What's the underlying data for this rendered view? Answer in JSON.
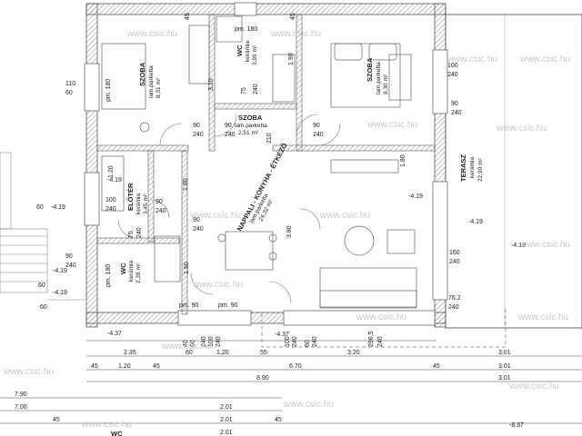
{
  "rooms": {
    "szoba1": {
      "name": "SZOBA",
      "floor": "lam.parketta",
      "area": "8,31 m²"
    },
    "wc1": {
      "name": "WC",
      "floor": "kerámia",
      "area": "3,99 m²"
    },
    "szoba2": {
      "name": "SZOBA",
      "floor": "lam.parketta",
      "area": "9,30 m²"
    },
    "szoba3": {
      "name": "SZOBA",
      "floor": "lam.parketta",
      "area": "2,51 m²"
    },
    "nappali": {
      "name": "NAPPALI - KONYHA - ÉTKEZŐ",
      "floor": "lam.parketta",
      "area": "24,32 m²"
    },
    "eloter": {
      "name": "ELŐTÉR",
      "floor": "kerámia",
      "area": "3,45 m²"
    },
    "wc2": {
      "name": "WC",
      "floor": "kerámia",
      "area": "2,28 m²"
    },
    "terasz": {
      "name": "TERASZ",
      "floor": "kerámia",
      "area": "22,90 m²"
    },
    "wc3": {
      "name": "WC"
    }
  },
  "watermark": "www.csic.hu",
  "labels": {
    "pm180_top": "pm. 180",
    "pm180_left": "pm. 180",
    "pm180_wc2": "pm. 180",
    "pm90_a": "pm. 90",
    "pm90_b": "pm. 90",
    "h110": "110",
    "h60": "60",
    "d45a": "45",
    "d45b": "45",
    "d1_90": "1.90",
    "d75": "75",
    "d240a": "240",
    "d3_10": "3.10",
    "d210": "210",
    "d90_a": "90",
    "d240_b": "240",
    "d90_b": "90",
    "d240_c": "240",
    "d90_c": "90",
    "d240_d": "240",
    "d90_d": "90",
    "d240_e": "240",
    "d100_a": "100",
    "d240_f": "240",
    "d90_e": "90",
    "d240_g": "240",
    "d100_b": "100",
    "d240_h": "240",
    "d1_20_eloter": "1.20",
    "d90_f": "90",
    "d240_i": "240",
    "d1_80_a": "1.80",
    "d3_80": "3.80",
    "d1_80_b": "1.80",
    "d1_90_b": "1.90",
    "d90_g": "90",
    "d240_j": "240",
    "d75_b": "75",
    "d240_k": "240",
    "d160": "160",
    "d240_l": "240",
    "d76_2": "76.2",
    "d240_m": "240",
    "lev_a": "-4.19",
    "lev_b": "-4.19",
    "lev_c": "-4.19",
    "lev_d": "-4.19",
    "lev_e": "-4.19",
    "lev_f": "-4.37",
    "lev_g": "-4.37",
    "lev_h": "-4.19",
    "lev_i": "-4.19",
    "lev_j": "-8.37",
    "p60a": "60",
    "p60b": "60",
    "p60c": "60",
    "b40": "40",
    "b60a": "60",
    "b100a": "100",
    "b60b": "60",
    "b100b": "100",
    "b240a": "240",
    "b240b": "240",
    "b240c": "240",
    "b240d": "240",
    "b240e": "240",
    "b296": "296,5",
    "dim_2_35": "2.35",
    "dim_60": "60",
    "dim_1_20": "1.20",
    "dim_55": "55",
    "dim_3_20": "3.20",
    "dim_3_01_a": "3.01",
    "dim_45_a": "45",
    "dim_1_20_b": "1.20",
    "dim_45_b": "45",
    "dim_6_70": "6.70",
    "dim_45_c": "45",
    "dim_3_01_b": "3.01",
    "dim_8_90": "8.90",
    "dim_3_01_c": "3.01",
    "dim_7_90": "7.90",
    "dim_7_00": "7.00",
    "dim_2_01_a": "2.01",
    "dim_2_01_b": "2.01",
    "dim_2_01_c": "2.01",
    "dim_45_d": "45",
    "dim_45_e": "45"
  }
}
